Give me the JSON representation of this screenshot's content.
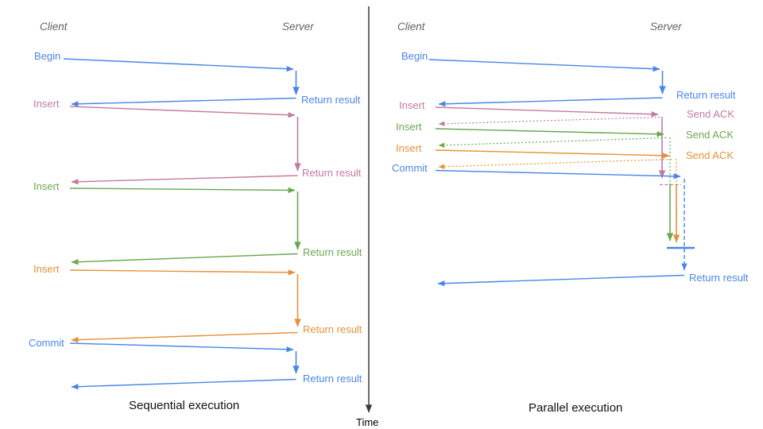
{
  "colors": {
    "blue": "#4a86e8",
    "pink": "#c27ba0",
    "green": "#6aa84f",
    "orange": "#e69138",
    "axis": "#3c3c3c",
    "header": "#5f6368",
    "title": "#111111"
  },
  "left": {
    "title": "Sequential execution",
    "client_header": "Client",
    "server_header": "Server",
    "messages": [
      {
        "label": "Begin",
        "response": "Return result",
        "color": "blue"
      },
      {
        "label": "Insert",
        "response": "Return result",
        "color": "pink"
      },
      {
        "label": "Insert",
        "response": "Return result",
        "color": "green"
      },
      {
        "label": "Insert",
        "response": "Return result",
        "color": "orange"
      },
      {
        "label": "Commit",
        "response": "Return result",
        "color": "blue"
      }
    ]
  },
  "right": {
    "title": "Parallel execution",
    "client_header": "Client",
    "server_header": "Server",
    "messages": [
      {
        "label": "Begin",
        "response": "Return result",
        "color": "blue"
      },
      {
        "label": "Insert",
        "response": "Send ACK",
        "color": "pink"
      },
      {
        "label": "Insert",
        "response": "Send ACK",
        "color": "green"
      },
      {
        "label": "Insert",
        "response": "Send ACK",
        "color": "orange"
      },
      {
        "label": "Commit",
        "response": "Return result",
        "color": "blue"
      }
    ],
    "final_response": "Return result"
  },
  "time_axis": {
    "label": "Time"
  }
}
